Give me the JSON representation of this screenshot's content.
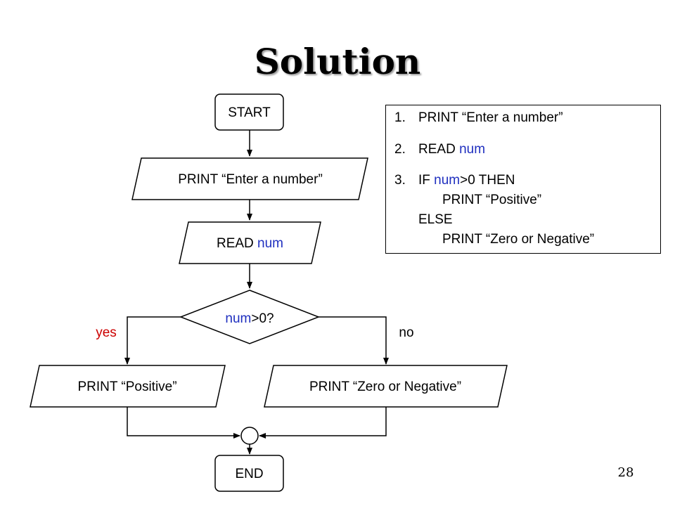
{
  "title": "Solution",
  "page_number": "28",
  "colors": {
    "variable": "#1f2fbf",
    "branch_label": "#cc0000",
    "stroke": "#000000"
  },
  "flowchart": {
    "start": "START",
    "print_prompt": "PRINT “Enter a number”",
    "read": {
      "keyword": "READ",
      "var": "num"
    },
    "decision": {
      "var": "num",
      "rest": ">0?"
    },
    "yes_label": "yes",
    "no_label": "no",
    "print_positive": "PRINT “Positive”",
    "print_negative": "PRINT “Zero or Negative”",
    "end": "END"
  },
  "pseudocode": {
    "line1_num": "1.",
    "line1_text": "PRINT “Enter a number”",
    "line2_num": "2.",
    "line2_keyword": "READ",
    "line2_var": "num",
    "line3_num": "3.",
    "line3_keyword": "IF",
    "line3_var": "num",
    "line3_rest": ">0 THEN",
    "line4": "PRINT “Positive”",
    "line5": "ELSE",
    "line6": "PRINT “Zero or Negative”"
  }
}
